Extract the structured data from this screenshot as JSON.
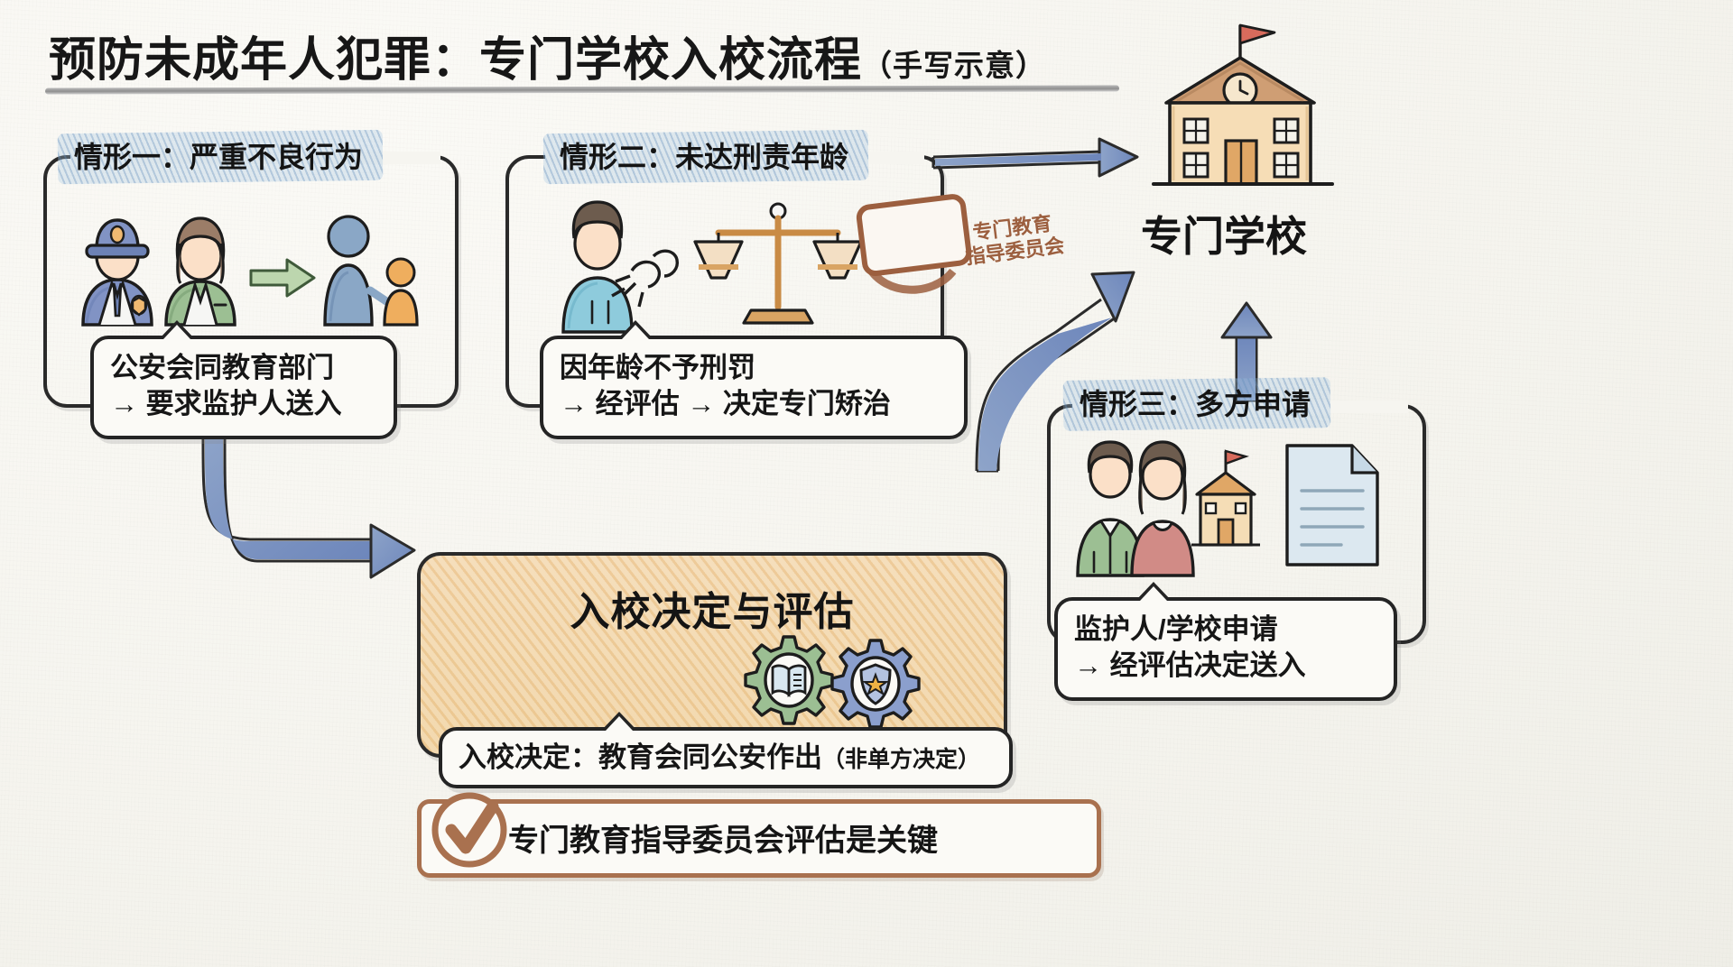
{
  "title": {
    "main": "预防未成年人犯罪：专门学校入校流程",
    "parenthetical": "（手写示意）"
  },
  "scenario1": {
    "heading": "情形一：严重不良行为",
    "callout_line1": "公安会同教育部门",
    "callout_line2": "→ 要求监护人送入",
    "icons": [
      "police-officer-icon",
      "education-official-icon",
      "green-arrow-icon",
      "guardian-and-minor-icon"
    ]
  },
  "scenario2": {
    "heading": "情形二：未达刑责年龄",
    "callout_line1": "因年龄不予刑罚",
    "callout_line2": "→ 经评估 → 决定专门矫治",
    "stamp_line1": "专门教育",
    "stamp_line2": "指导委员会",
    "icons": [
      "minor-breaking-chains-icon",
      "scales-of-justice-icon",
      "committee-stamp-icon"
    ]
  },
  "scenario3": {
    "heading": "情形三：多方申请",
    "callout_line1": "监护人/学校申请",
    "callout_line2": "→ 经评估决定送入",
    "icons": [
      "parents-icon",
      "school-building-icon",
      "application-document-icon"
    ]
  },
  "decision": {
    "title": "入校决定与评估",
    "callout_main": "入校决定：教育会同公安作出",
    "callout_note": "（非单方决定）",
    "icons": [
      "education-gear-icon",
      "police-shield-gear-icon"
    ]
  },
  "destination": {
    "label": "专门学校",
    "icon": "special-school-building-icon"
  },
  "key_banner": {
    "text": "专门教育指导委员会评估是关键",
    "icon": "check-circle-icon"
  },
  "colors": {
    "paper": "#f6f5f0",
    "ink": "#242424",
    "highlight_blue": "#a8c4dd",
    "accent_orange": "#e2aa5c",
    "stamp_brown": "#9c5f3f",
    "arrow_blue": "#7d95c4",
    "gear_green": "#8fb480",
    "gear_blue": "#7f93c4",
    "banner_border": "#a9714f"
  }
}
